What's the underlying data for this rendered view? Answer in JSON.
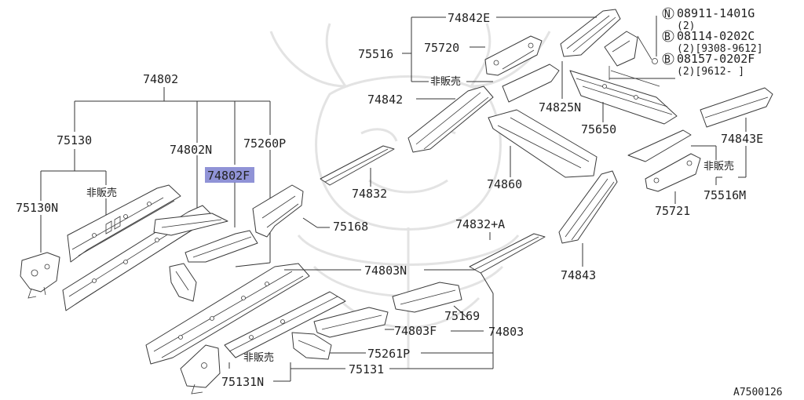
{
  "diagram": {
    "code": "A7500126",
    "highlighted_part": "74802F",
    "highlight_color": "#7d80cf",
    "parts": {
      "p74842E": "74842E",
      "p75516": "75516",
      "p75720": "75720",
      "p74842": "74842",
      "p74825N": "74825N",
      "p75650": "75650",
      "p74843E": "74843E",
      "p75516M": "75516M",
      "p75721": "75721",
      "p74832": "74832",
      "p74860": "74860",
      "p74832A": "74832+A",
      "p74843": "74843",
      "p74802": "74802",
      "p75130": "75130",
      "p74802N": "74802N",
      "p75260P": "75260P",
      "p74802F": "74802F",
      "p75130N": "75130N",
      "p75168": "75168",
      "p74803N": "74803N",
      "p75169": "75169",
      "p74803F": "74803F",
      "p74803": "74803",
      "p75261P": "75261P",
      "p75131": "75131",
      "p75131N": "75131N"
    },
    "not_for_sale": "非販売",
    "fasteners": {
      "n_symbol": "N",
      "b_symbol": "B",
      "n1_part": "08911-1401G",
      "n1_qty": "(2)",
      "b1_part": "08114-0202C",
      "b1_detail": "(2)[9308-9612]",
      "b2_part": "08157-0202F",
      "b2_detail": "(2)[9612-     ]"
    }
  }
}
